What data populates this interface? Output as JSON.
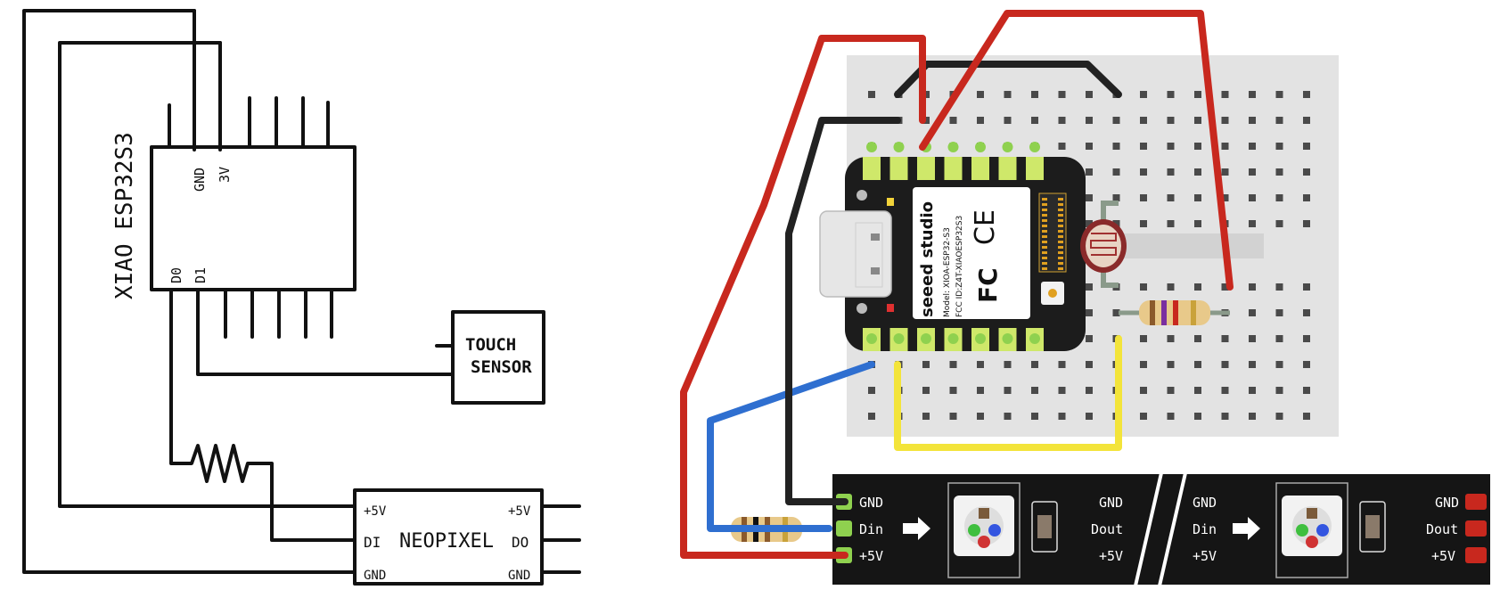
{
  "sketch": {
    "board_label": "XIAO ESP32S3",
    "pin_gnd": "GND",
    "pin_3v": "3V",
    "pin_d0": "D0",
    "pin_d1": "D1",
    "touch_label_line1": "TOUCH",
    "touch_label_line2": "SENSOR",
    "neopixel_label": "NEOPIXEL",
    "np_plus5v_left": "+5V",
    "np_di": "DI",
    "np_gnd_left": "GND",
    "np_plus5v_right": "+5V",
    "np_do": "DO",
    "np_gnd_right": "GND"
  },
  "breadboard": {
    "board_brand": "seeed studio",
    "model_line": "Model: XIOA-ESP32-S3",
    "fcc_line": "FCC ID:Z4T-XIAOESP32S3",
    "ce_mark": "CE",
    "fc_mark": "FC"
  },
  "strip": {
    "seg1": {
      "gnd": "GND",
      "din": "Din",
      "plus5v": "+5V",
      "gnd_out": "GND",
      "dout": "Dout",
      "plus5v_out": "+5V"
    },
    "seg2": {
      "gnd": "GND",
      "din": "Din",
      "plus5v": "+5V",
      "gnd_out": "GND",
      "dout": "Dout",
      "plus5v_out": "+5V"
    }
  },
  "colors": {
    "wire_red": "#c8281e",
    "wire_black": "#222222",
    "wire_blue": "#2f6fd0",
    "wire_yellow": "#f3e43a",
    "breadboard": "#e3e3e3",
    "board_black": "#1c1c1c",
    "pad_green": "#8fd14f",
    "strip_black": "#151515"
  }
}
